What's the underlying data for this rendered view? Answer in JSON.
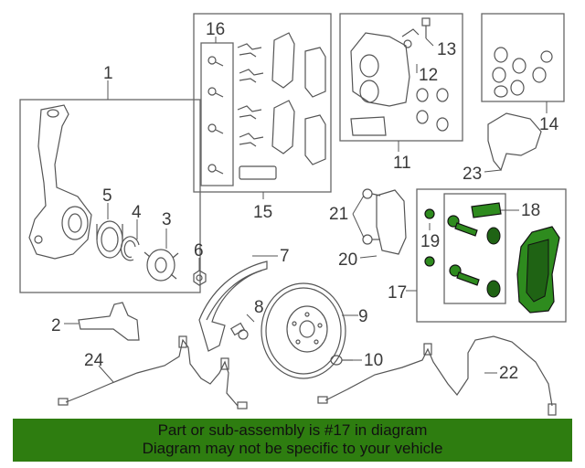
{
  "callouts": {
    "c1": "1",
    "c2": "2",
    "c3": "3",
    "c4": "4",
    "c5": "5",
    "c6": "6",
    "c7": "7",
    "c8": "8",
    "c9": "9",
    "c10": "10",
    "c11": "11",
    "c12": "12",
    "c13": "13",
    "c14": "14",
    "c15": "15",
    "c16": "16",
    "c17": "17",
    "c18": "18",
    "c19": "19",
    "c20": "20",
    "c21": "21",
    "c22": "22",
    "c23": "23",
    "c24": "24"
  },
  "highlight_color": "#2e8b1e",
  "notice": {
    "line1": "Part or sub-assembly is #17 in diagram",
    "line2": "Diagram may not be specific to your vehicle",
    "background": "#2e7d10"
  }
}
